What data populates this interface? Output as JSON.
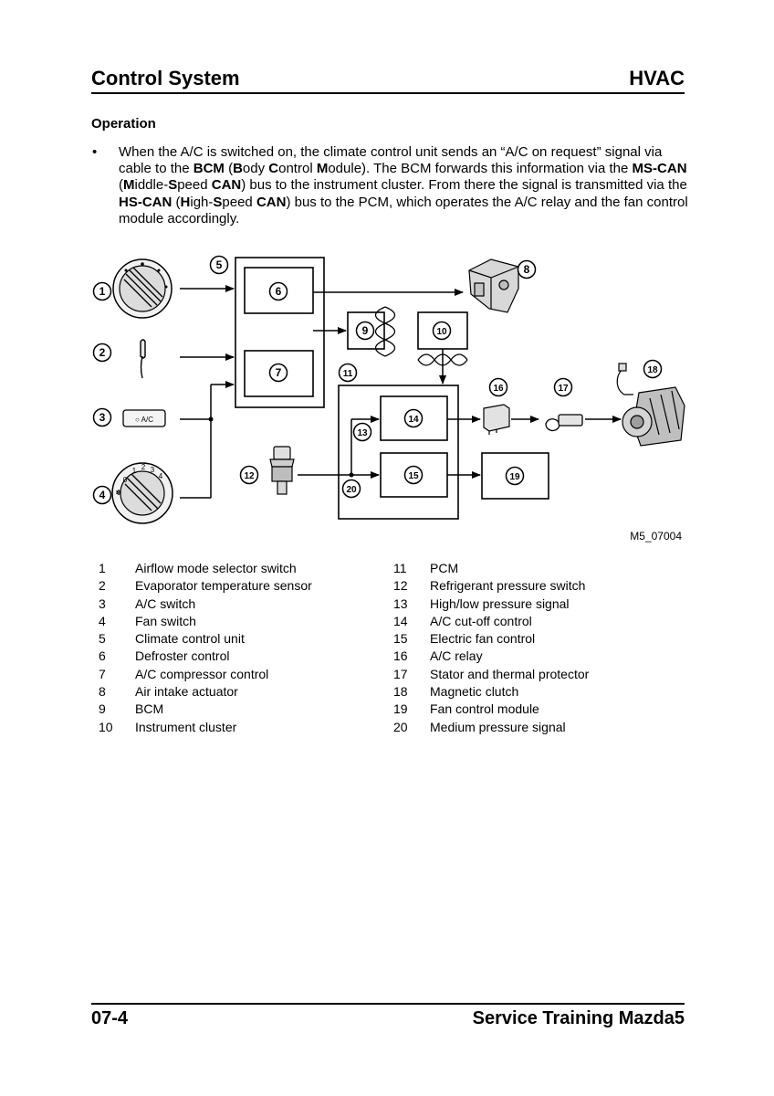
{
  "header": {
    "title": "Control System",
    "section": "HVAC"
  },
  "operation": {
    "heading": "Operation",
    "bullet": "•",
    "segments": [
      {
        "t": "When the A/C is switched on, the climate control unit sends an “A/C on request” signal via cable to the ",
        "b": false
      },
      {
        "t": "BCM",
        "b": true
      },
      {
        "t": " (",
        "b": false
      },
      {
        "t": "B",
        "b": true
      },
      {
        "t": "ody ",
        "b": false
      },
      {
        "t": "C",
        "b": true
      },
      {
        "t": "ontrol ",
        "b": false
      },
      {
        "t": "M",
        "b": true
      },
      {
        "t": "odule). The BCM forwards this information via the ",
        "b": false
      },
      {
        "t": "MS-CAN",
        "b": true
      },
      {
        "t": " (",
        "b": false
      },
      {
        "t": "M",
        "b": true
      },
      {
        "t": "iddle-",
        "b": false
      },
      {
        "t": "S",
        "b": true
      },
      {
        "t": "peed ",
        "b": false
      },
      {
        "t": "CAN",
        "b": true
      },
      {
        "t": ") bus to the instrument cluster. From there the signal is transmitted via the ",
        "b": false
      },
      {
        "t": "HS-CAN",
        "b": true
      },
      {
        "t": " (",
        "b": false
      },
      {
        "t": "H",
        "b": true
      },
      {
        "t": "igh-",
        "b": false
      },
      {
        "t": "S",
        "b": true
      },
      {
        "t": "peed ",
        "b": false
      },
      {
        "t": "CAN",
        "b": true
      },
      {
        "t": ") bus to the PCM, which operates the A/C relay and the fan control module accordingly.",
        "b": false
      }
    ]
  },
  "diagram": {
    "figure_id": "M5_07004",
    "ac_switch_label": "○ A/C",
    "fan_dial_marks": [
      "0",
      "1",
      "2",
      "3",
      "4"
    ],
    "fan_symbol": "✽",
    "callouts": [
      "1",
      "2",
      "3",
      "4",
      "5",
      "6",
      "7",
      "8",
      "9",
      "10",
      "11",
      "12",
      "13",
      "14",
      "15",
      "16",
      "17",
      "18",
      "19",
      "20"
    ]
  },
  "legend": {
    "left": [
      {
        "num": "1",
        "label": "Airflow mode selector switch"
      },
      {
        "num": "2",
        "label": "Evaporator temperature sensor"
      },
      {
        "num": "3",
        "label": "A/C switch"
      },
      {
        "num": "4",
        "label": "Fan switch"
      },
      {
        "num": "5",
        "label": "Climate control unit"
      },
      {
        "num": "6",
        "label": "Defroster control"
      },
      {
        "num": "7",
        "label": "A/C compressor control"
      },
      {
        "num": "8",
        "label": "Air intake actuator"
      },
      {
        "num": "9",
        "label": "BCM"
      },
      {
        "num": "10",
        "label": "Instrument cluster"
      }
    ],
    "right": [
      {
        "num": "11",
        "label": "PCM"
      },
      {
        "num": "12",
        "label": "Refrigerant pressure switch"
      },
      {
        "num": "13",
        "label": "High/low pressure signal"
      },
      {
        "num": "14",
        "label": "A/C cut-off control"
      },
      {
        "num": "15",
        "label": "Electric fan control"
      },
      {
        "num": "16",
        "label": "A/C relay"
      },
      {
        "num": "17",
        "label": "Stator and thermal protector"
      },
      {
        "num": "18",
        "label": "Magnetic clutch"
      },
      {
        "num": "19",
        "label": "Fan control module"
      },
      {
        "num": "20",
        "label": "Medium pressure signal"
      }
    ]
  },
  "footer": {
    "page": "07-4",
    "title": "Service Training Mazda5"
  }
}
